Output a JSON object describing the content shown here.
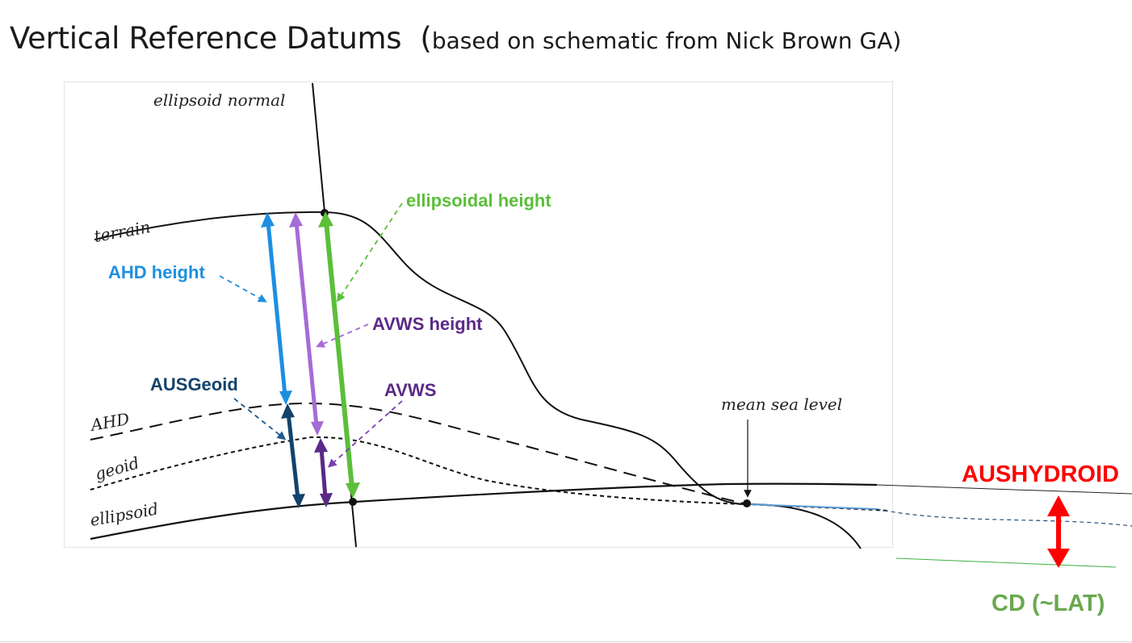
{
  "title": {
    "main": "Vertical Reference Datums",
    "paren_open": "(",
    "sub": "based on schematic from Nick Brown GA",
    "paren_close": ")"
  },
  "labels": {
    "ellipsoid_normal": "ellipsoid normal",
    "terrain": "terrain",
    "ahd": "AHD",
    "geoid": "geoid",
    "ellipsoid": "ellipsoid",
    "mean_sea_level": "mean sea level",
    "ahd_height": "AHD height",
    "ellipsoidal_height": "ellipsoidal height",
    "avws_height": "AVWS height",
    "ausgeoid": "AUSGeoid",
    "avws": "AVWS",
    "aushydroid": "AUSHYDROID",
    "cd_lat": "CD (~LAT)"
  },
  "colors": {
    "ahd_height": "#1d8fe1",
    "ellipsoidal_height": "#5bbf3a",
    "avws_height": "#a56bd6",
    "avws_label": "#5a2a86",
    "ausgeoid": "#13436b",
    "aushydroid": "#ff0000",
    "cd_lat": "#6aa84f",
    "msl_blue": "#5b9bd5"
  }
}
